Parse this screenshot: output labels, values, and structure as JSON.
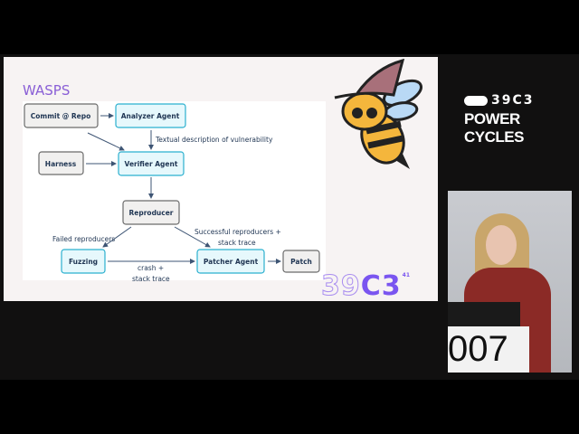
{
  "slide": {
    "title": "WASPS",
    "nodes": {
      "commit": "Commit @ Repo",
      "analyzer": "Analyzer Agent",
      "harness": "Harness",
      "verifier": "Verifier Agent",
      "reproducer": "Reproducer",
      "fuzzing": "Fuzzing",
      "patcher": "Patcher Agent",
      "patch": "Patch"
    },
    "edges": {
      "textual": "Textual description of vulnerability",
      "failed": "Failed reproducers",
      "successful1": "Successful reproducers +",
      "successful2": "stack trace",
      "crash1": "crash +",
      "crash2": "stack trace"
    },
    "logo": {
      "thin": "39",
      "fat": "C3",
      "page": "41"
    }
  },
  "brand": {
    "top": "39C3",
    "sub": "POWER CYCLES"
  },
  "camera": {
    "podium_text": "007"
  },
  "colors": {
    "accent": "#8a5fd6",
    "agent_border": "#2bb0cf"
  }
}
